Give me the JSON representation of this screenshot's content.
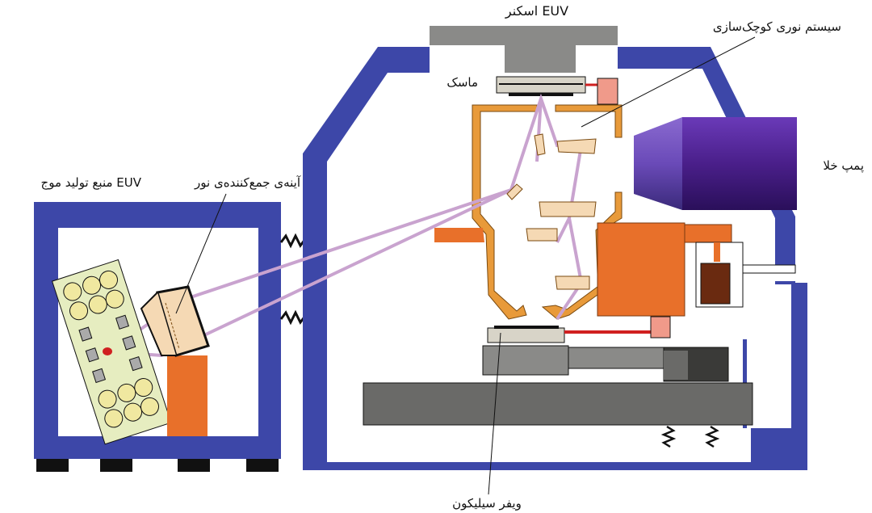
{
  "labels": {
    "scanner": "اسکنر EUV",
    "optics": "سیستم نوری کوچک‌سازی",
    "mask": "ماسک",
    "vacuum_pump": "پمپ خلا",
    "source": "منبع تولید موج EUV",
    "collector_mirror": "آینه‌ی جمع‌کننده‌ی نور",
    "wafer": "ویفر سیلیکون"
  },
  "colors": {
    "frame_blue": "#3d47a8",
    "optics_orange": "#e89a3a",
    "stage_orange": "#e8702a",
    "beam_lilac": "#c9a3cf",
    "mirror_peach": "#f5d9b4",
    "stage_gray": "#8a8a88",
    "pump_purple": "#5a2a9a"
  }
}
